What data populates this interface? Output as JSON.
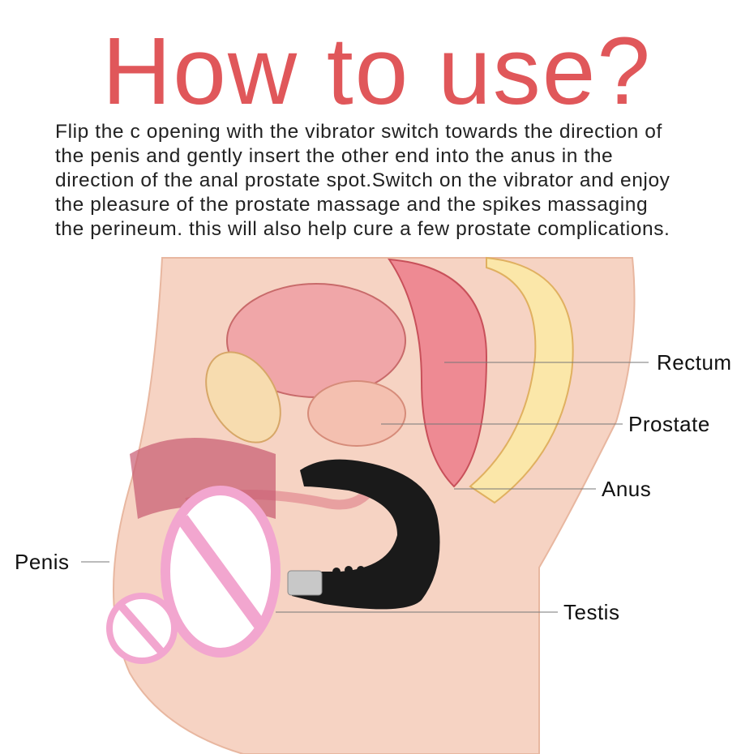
{
  "title": "How to use?",
  "description_lines": [
    "Flip the c opening with the vibrator switch towards the direction of",
    "the penis and gently insert the other end into the anus in the",
    "direction of the anal prostate spot.Switch on the vibrator and enjoy",
    "the pleasure of the prostate massage and the spikes massaging",
    "the perineum. this will also help cure a few prostate complications."
  ],
  "labels": {
    "rectum": "Rectum",
    "prostate": "Prostate",
    "anus": "Anus",
    "penis": "Penis",
    "testis": "Testis"
  },
  "colors": {
    "title": "#e0575a",
    "skin": "#f6d3c3",
    "censor_pink": "#f2a6cf",
    "device": "#1a1a1a"
  }
}
